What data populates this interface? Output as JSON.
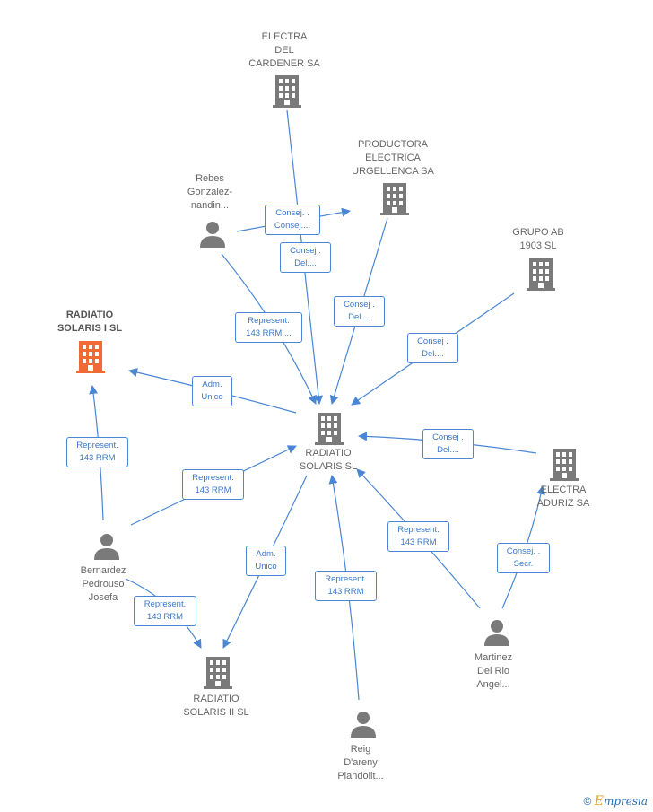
{
  "nodes": {
    "electra_cardener": {
      "label": "ELECTRA\nDEL\nCARDENER SA",
      "type": "company"
    },
    "productora": {
      "label": "PRODUCTORA\nELECTRICA\nURGELLENCA SA",
      "type": "company"
    },
    "grupo_ab": {
      "label": "GRUPO AB\n1903  SL",
      "type": "company"
    },
    "radiatio_i": {
      "label": "RADIATIO\nSOLARIS I  SL",
      "type": "company-highlight"
    },
    "radiatio_center": {
      "label": "RADIATIO\nSOLARIS  SL",
      "type": "company"
    },
    "electra_aduriz": {
      "label": "ELECTRA\nADURIZ SA",
      "type": "company"
    },
    "radiatio_ii": {
      "label": "RADIATIO\nSOLARIS II  SL",
      "type": "company"
    },
    "rebes": {
      "label": "Rebes\nGonzalez-\nnandin...",
      "type": "person"
    },
    "bernardez": {
      "label": "Bernardez\nPedrouso\nJosefa",
      "type": "person"
    },
    "martinez": {
      "label": "Martinez\nDel Rio\nAngel...",
      "type": "person"
    },
    "reig": {
      "label": "Reig\nD'areny\nPlandolit...",
      "type": "person"
    }
  },
  "edge_labels": {
    "rebes_productora": "Consej. .\nConsej....",
    "cardener_center": "Consej .\nDel....",
    "rebes_center": "Represent.\n143 RRM,...",
    "productora_center": "Consej .\nDel....",
    "grupo_center": "Consej .\nDel....",
    "center_radiatio_i": "Adm.\nUnico",
    "aduriz_center": "Consej .\nDel....",
    "bernardez_radiatio_i": "Represent.\n143 RRM",
    "bernardez_center": "Represent.\n143 RRM",
    "martinez_center": "Represent.\n143 RRM",
    "martinez_aduriz": "Consej. .\nSecr.",
    "center_radiatio_ii": "Adm.\nUnico",
    "reig_center": "Represent.\n143 RRM",
    "bernardez_radiatio_ii": "Represent.\n143 RRM"
  },
  "colors": {
    "edge": "#4a86d4",
    "company_icon": "#7a7a7a",
    "highlight_icon": "#f06a35",
    "person_icon": "#7a7a7a"
  },
  "footer": {
    "copyright": "©",
    "brand_first": "E",
    "brand_rest": "mpresia"
  }
}
